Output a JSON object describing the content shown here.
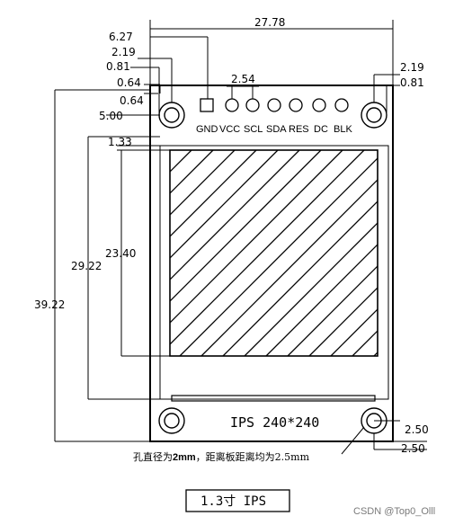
{
  "dimensions": {
    "total_width": "27.78",
    "pin1_offset": "6.27",
    "left_hole_offset": "2.19",
    "left_hole_edge": "0.81",
    "left_offset_a": "0.64",
    "left_offset_b": "0.64",
    "top_to_screen": "5.00",
    "screen_top_gap": "1.33",
    "pin_pitch": "2.54",
    "right_hole_offset": "2.19",
    "right_hole_edge": "0.81",
    "screen_height": "23.40",
    "glass_height": "29.22",
    "total_height": "39.22",
    "bottom_hole_x": "2.50",
    "bottom_hole_y": "2.50"
  },
  "pins": [
    "GND",
    "VCC",
    "SCL",
    "SDA",
    "RES",
    "DC",
    "BLK"
  ],
  "panel_label": "IPS 240*240",
  "note": {
    "prefix": "孔直径为",
    "emph": "2mm",
    "suffix": "，距离板距离均为2.5mm"
  },
  "title": "1.3寸 IPS",
  "watermark": "CSDN @Top0_Olll"
}
